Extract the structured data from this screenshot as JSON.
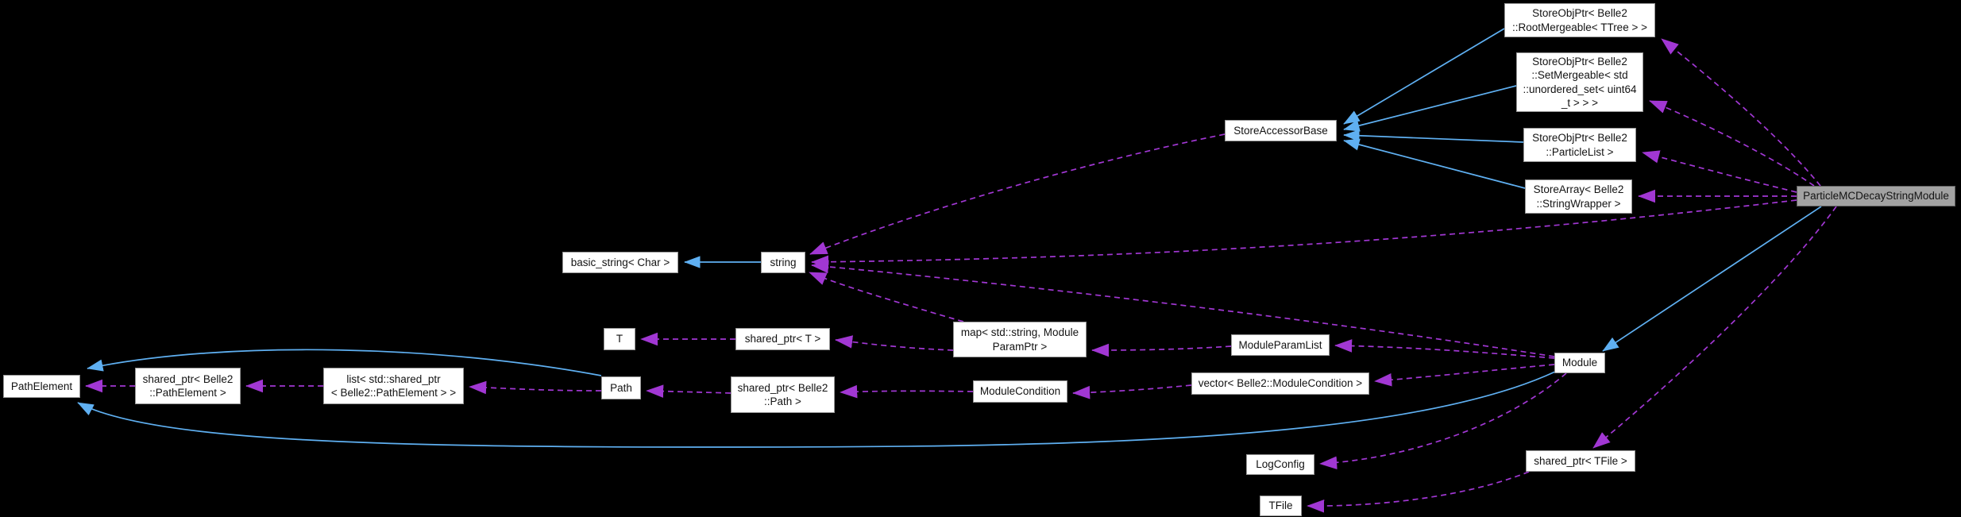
{
  "diagram": {
    "type": "collaboration-graph",
    "selected_node": "ParticleMCDecayStringModule",
    "colors": {
      "background": "#000000",
      "node_background": "#ffffff",
      "node_border": "#969696",
      "selected_node_background": "#a2a2a2",
      "selected_node_border": "#5f5f5f",
      "text": "#131313",
      "inheritance_edge": "#5fb0f2",
      "usage_edge": "#a137d3"
    },
    "nodes": [
      {
        "id": "storeobjptr-rootmergeable",
        "label": "StoreObjPtr< Belle2\n::RootMergeable< TTree > >"
      },
      {
        "id": "storeobjptr-setmergeable",
        "label": "StoreObjPtr< Belle2\n::SetMergeable< std\n::unordered_set< uint64\n_t > > >"
      },
      {
        "id": "storeobjptr-particlelist",
        "label": "StoreObjPtr< Belle2\n::ParticleList >"
      },
      {
        "id": "storearray-stringwrapper",
        "label": "StoreArray< Belle2\n::StringWrapper >"
      },
      {
        "id": "storeaccessorbase",
        "label": "StoreAccessorBase"
      },
      {
        "id": "particlemcdecaystringmodule",
        "label": "ParticleMCDecayStringModule",
        "selected": true
      },
      {
        "id": "basic-string-char",
        "label": "basic_string< Char >"
      },
      {
        "id": "string",
        "label": "string"
      },
      {
        "id": "t",
        "label": "T"
      },
      {
        "id": "shared-ptr-t",
        "label": "shared_ptr< T >"
      },
      {
        "id": "map-string-moduleparamptr",
        "label": "map< std::string, Module\nParamPtr >"
      },
      {
        "id": "moduleparamlist",
        "label": "ModuleParamList"
      },
      {
        "id": "pathelement",
        "label": "PathElement"
      },
      {
        "id": "shared-ptr-pathelement",
        "label": "shared_ptr< Belle2\n::PathElement >"
      },
      {
        "id": "list-shared-ptr-pathelement",
        "label": "list< std::shared_ptr\n< Belle2::PathElement > >"
      },
      {
        "id": "path",
        "label": "Path"
      },
      {
        "id": "shared-ptr-path",
        "label": "shared_ptr< Belle2\n::Path >"
      },
      {
        "id": "modulecondition",
        "label": "ModuleCondition"
      },
      {
        "id": "vector-modulecondition",
        "label": "vector< Belle2::ModuleCondition >"
      },
      {
        "id": "module",
        "label": "Module"
      },
      {
        "id": "logconfig",
        "label": "LogConfig"
      },
      {
        "id": "shared-ptr-tfile",
        "label": "shared_ptr< TFile >"
      },
      {
        "id": "tfile",
        "label": "TFile"
      }
    ],
    "edges": [
      {
        "from": "string",
        "to": "basic-string-char",
        "type": "inheritance"
      },
      {
        "from": "storeobjptr-rootmergeable",
        "to": "storeaccessorbase",
        "type": "inheritance"
      },
      {
        "from": "storeobjptr-setmergeable",
        "to": "storeaccessorbase",
        "type": "inheritance"
      },
      {
        "from": "storeobjptr-particlelist",
        "to": "storeaccessorbase",
        "type": "inheritance"
      },
      {
        "from": "storearray-stringwrapper",
        "to": "storeaccessorbase",
        "type": "inheritance"
      },
      {
        "from": "particlemcdecaystringmodule",
        "to": "module",
        "type": "inheritance"
      },
      {
        "from": "path",
        "to": "pathelement",
        "type": "inheritance"
      },
      {
        "from": "module",
        "to": "pathelement",
        "type": "inheritance"
      },
      {
        "from": "particlemcdecaystringmodule",
        "to": "storeobjptr-rootmergeable",
        "type": "usage"
      },
      {
        "from": "particlemcdecaystringmodule",
        "to": "storeobjptr-setmergeable",
        "type": "usage"
      },
      {
        "from": "particlemcdecaystringmodule",
        "to": "storeobjptr-particlelist",
        "type": "usage"
      },
      {
        "from": "particlemcdecaystringmodule",
        "to": "storearray-stringwrapper",
        "type": "usage"
      },
      {
        "from": "particlemcdecaystringmodule",
        "to": "string",
        "type": "usage"
      },
      {
        "from": "particlemcdecaystringmodule",
        "to": "shared-ptr-tfile",
        "type": "usage"
      },
      {
        "from": "storeaccessorbase",
        "to": "string",
        "type": "usage"
      },
      {
        "from": "module",
        "to": "string",
        "type": "usage"
      },
      {
        "from": "map-string-moduleparamptr",
        "to": "string",
        "type": "usage"
      },
      {
        "from": "map-string-moduleparamptr",
        "to": "shared-ptr-t",
        "type": "usage"
      },
      {
        "from": "shared-ptr-t",
        "to": "t",
        "type": "usage"
      },
      {
        "from": "moduleparamlist",
        "to": "map-string-moduleparamptr",
        "type": "usage"
      },
      {
        "from": "module",
        "to": "moduleparamlist",
        "type": "usage"
      },
      {
        "from": "module",
        "to": "vector-modulecondition",
        "type": "usage"
      },
      {
        "from": "vector-modulecondition",
        "to": "modulecondition",
        "type": "usage"
      },
      {
        "from": "modulecondition",
        "to": "shared-ptr-path",
        "type": "usage"
      },
      {
        "from": "shared-ptr-path",
        "to": "path",
        "type": "usage"
      },
      {
        "from": "path",
        "to": "list-shared-ptr-pathelement",
        "type": "usage"
      },
      {
        "from": "list-shared-ptr-pathelement",
        "to": "shared-ptr-pathelement",
        "type": "usage"
      },
      {
        "from": "shared-ptr-pathelement",
        "to": "pathelement",
        "type": "usage"
      },
      {
        "from": "module",
        "to": "logconfig",
        "type": "usage"
      },
      {
        "from": "shared-ptr-tfile",
        "to": "tfile",
        "type": "usage"
      }
    ]
  }
}
